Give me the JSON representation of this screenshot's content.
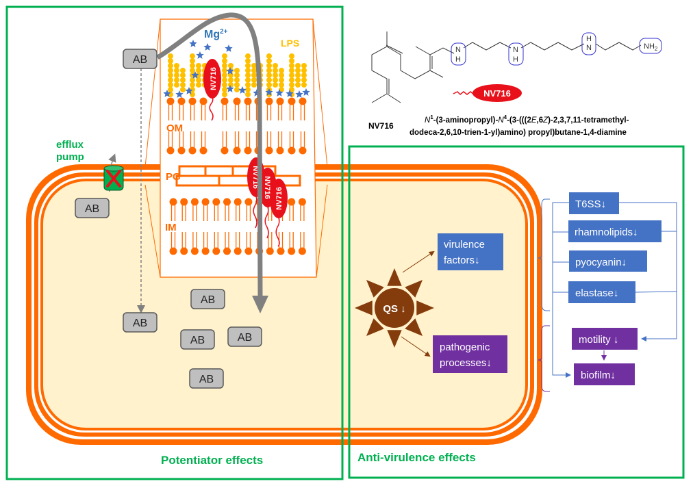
{
  "panels": {
    "left_title": "Potentiator effects",
    "right_title": "Anti-virulence effects"
  },
  "membrane": {
    "mg_label": "Mg",
    "mg_charge": "2+",
    "lps_label": "LPS",
    "om_label": "OM",
    "pg_label": "PG",
    "im_label": "IM",
    "nv716_label": "NV716"
  },
  "antibiotic_label": "AB",
  "efflux": {
    "line1": "efflux",
    "line2": "pump"
  },
  "compound": {
    "name": "NV716",
    "tag_label": "NV716",
    "nh_labels": [
      "N",
      "H"
    ],
    "nh_top": "H",
    "nh_top_n": "N",
    "nh2": "NH",
    "nh2_sub": "2",
    "iupac_line1_parts": [
      "N",
      "1",
      "-(3-aminopropyl)-",
      "N",
      "4",
      "-(3-(((2",
      "E",
      ",6",
      "Z",
      ")-2,3,7,11-tetramethyl-"
    ],
    "iupac_line2": "dodeca-2,6,10-trien-1-yl)amino) propyl)butane-1,4-diamine"
  },
  "qs": {
    "label": "QS ↓"
  },
  "virulence_factors": {
    "line1": "virulence",
    "line2": "factors↓"
  },
  "pathogenic_processes": {
    "line1": "pathogenic",
    "line2": "processes↓"
  },
  "targets": {
    "t6ss": "T6SS↓",
    "rhamnolipids": "rhamnolipids↓",
    "pyocyanin": "pyocyanin↓",
    "elastase": "elastase↓",
    "motility": "motility ↓",
    "biofilm": "biofilm↓"
  },
  "colors": {
    "green": "#00b050",
    "orange": "#ff6a00",
    "cytoplasm": "#fff2cc",
    "lps": "#ffc000",
    "blue": "#4472c4",
    "purple": "#7030a0",
    "brown": "#843c0c",
    "nv716": "#e8101a",
    "ab_gray": "#bfbfbf"
  }
}
